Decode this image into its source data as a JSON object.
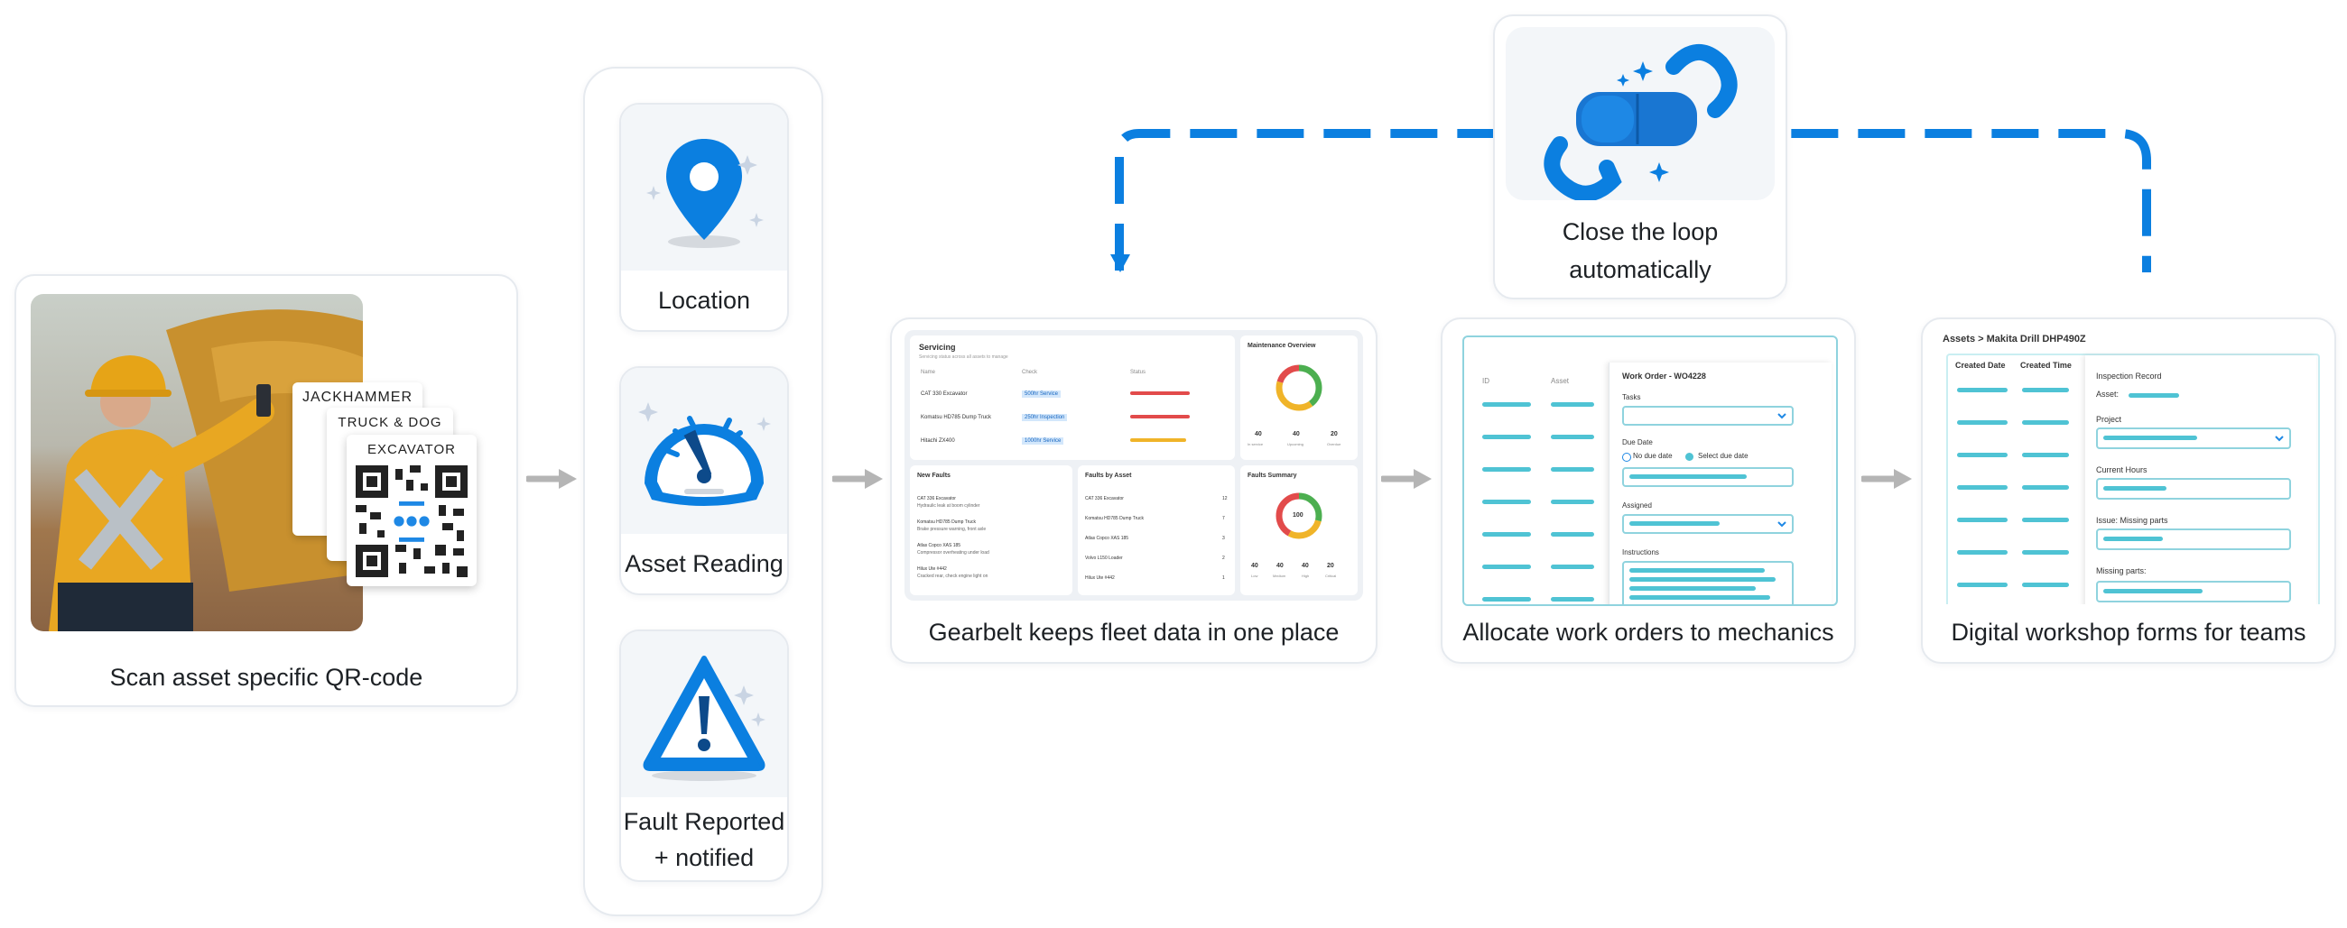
{
  "steps": {
    "scan": {
      "caption": "Scan asset specific QR-code",
      "tags": [
        "JACKHAMMER",
        "TRUCK & DOG",
        "EXCAVATOR"
      ]
    },
    "location": {
      "caption": "Location"
    },
    "reading": {
      "caption": "Asset Reading"
    },
    "fault": {
      "caption_line1": "Fault Reported",
      "caption_line2": "+ notified"
    },
    "fleet": {
      "caption": "Gearbelt keeps fleet data in one place"
    },
    "workorders": {
      "caption": "Allocate work orders to mechanics"
    },
    "forms": {
      "caption": "Digital workshop forms for teams"
    },
    "loop": {
      "caption_line1": "Close the loop",
      "caption_line2": "automatically"
    }
  },
  "dashboard": {
    "servicing_title": "Servicing",
    "servicing_sub": "Servicing status across all assets to manage",
    "col_name": "Name",
    "col_check": "Check",
    "col_status": "Status",
    "rows": [
      {
        "name": "CAT 330 Excavator",
        "check": "500hr Service"
      },
      {
        "name": "Komatsu HD785 Dump Truck",
        "check": "250hr Inspection"
      },
      {
        "name": "Hitachi ZX400",
        "check": "1000hr Service"
      }
    ],
    "maint_title": "Maintenance Overview",
    "maint_values": [
      40,
      40,
      20
    ],
    "maint_labels": [
      "In service",
      "Upcoming",
      "Overdue"
    ],
    "newfaults_title": "New Faults",
    "newfaults": [
      {
        "asset": "CAT 336 Excavator",
        "desc": "Hydraulic leak at boom cylinder"
      },
      {
        "asset": "Komatsu HD785 Dump Truck",
        "desc": "Brake pressure warning, front axle"
      },
      {
        "asset": "Atlas Copco XAS 185",
        "desc": "Compressor overheating under load"
      },
      {
        "asset": "Hilux Ute #442",
        "desc": "Cracked rear, check engine light on"
      }
    ],
    "byasset_title": "Faults by Asset",
    "byasset": [
      {
        "asset": "CAT 336 Excavator",
        "count": "12"
      },
      {
        "asset": "Komatsu HD785 Dump Truck",
        "count": "7"
      },
      {
        "asset": "Atlas Copco XAS 185",
        "count": "3"
      },
      {
        "asset": "Volvo L150 Loader",
        "count": "2"
      },
      {
        "asset": "Hilux Ute #442",
        "count": "1"
      }
    ],
    "summary_title": "Faults Summary",
    "summary_total": "100",
    "summary_values": [
      40,
      40,
      40,
      20
    ],
    "summary_labels": [
      "Low",
      "Medium",
      "High",
      "Critical"
    ]
  },
  "workorder": {
    "col_id": "ID",
    "col_asset": "Asset",
    "title": "Work Order - WO4228",
    "tasks_label": "Tasks",
    "due_label": "Due Date",
    "no_due": "No due date",
    "select_due": "Select due date",
    "assigned_label": "Assigned",
    "instructions_label": "Instructions"
  },
  "forms": {
    "breadcrumb": "Assets > Makita Drill DHP490Z",
    "col_created_date": "Created Date",
    "col_created_time": "Created Time",
    "record_title": "Inspection Record",
    "asset_label": "Asset:",
    "project_label": "Project",
    "hours_label": "Current Hours",
    "issue_label": "Issue: Missing parts",
    "missing_label": "Missing parts:"
  },
  "colors": {
    "accent": "#0b7fe0",
    "teal": "#4fc3d4",
    "arrow_gray": "#b5b5b5",
    "dark_blue": "#1565c0"
  }
}
